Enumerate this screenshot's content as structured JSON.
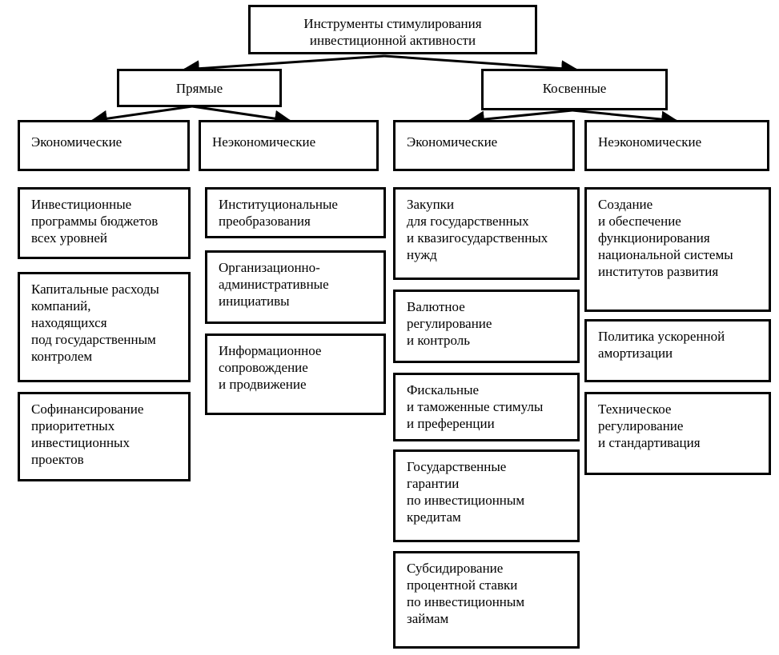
{
  "root": {
    "label": "Инструменты стимулирования\nинвестиционной активности"
  },
  "direct": {
    "label": "Прямые",
    "economic": {
      "label": "Экономические",
      "items": [
        "Инвестиционные\nпрограммы бюджетов\nвсех уровней",
        "Капитальные расходы\nкомпаний,\nнаходящихся\nпод государственным\nконтролем",
        "Софинансирование\nприоритетных\nинвестиционных\nпроектов"
      ]
    },
    "non_economic": {
      "label": "Неэкономические",
      "items": [
        "Институциональные\nпреобразования",
        "Организационно-\nадминистративные\nинициативы",
        "Информационное\nсопровождение\nи продвижение"
      ]
    }
  },
  "indirect": {
    "label": "Косвенные",
    "economic": {
      "label": "Экономические",
      "items": [
        "Закупки\nдля государственных\nи квазигосударственных\nнужд",
        "Валютное\nрегулирование\nи контроль",
        "Фискальные\nи таможенные стимулы\nи преференции",
        "Государственные\nгарантии\nпо инвестиционным\nкредитам",
        "Субсидирование\nпроцентной ставки\nпо инвестиционным\nзаймам"
      ]
    },
    "non_economic": {
      "label": "Неэкономические",
      "items": [
        "Создание\nи обеспечение\nфункционирования\nнациональной системы\nинститутов развития",
        "Политика ускоренной\nамортизации",
        "Техническое\nрегулирование\nи стандартивация"
      ]
    }
  }
}
